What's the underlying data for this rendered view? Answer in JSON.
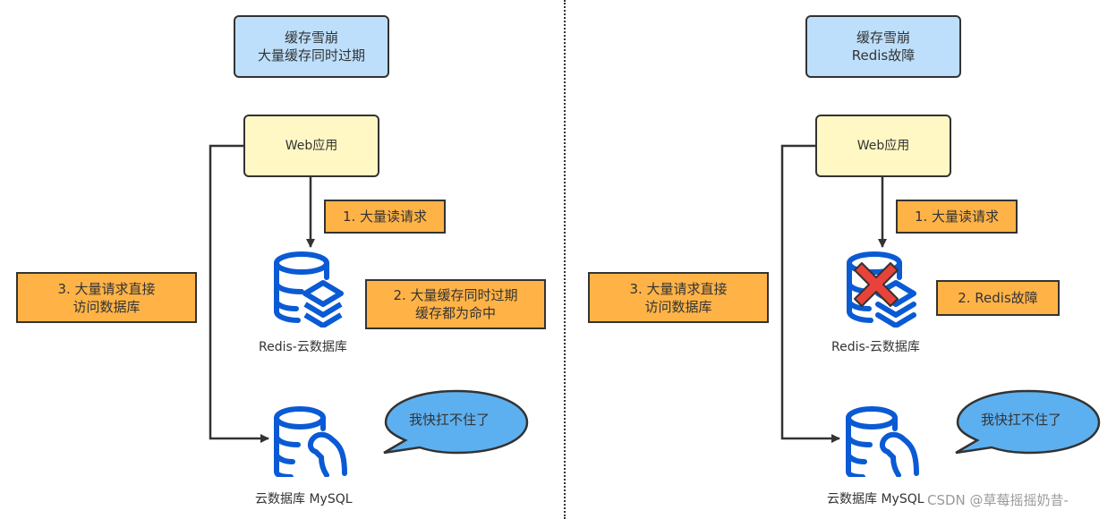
{
  "left_panel": {
    "title_line1": "缓存雪崩",
    "title_line2": "大量缓存同时过期",
    "web_app": "Web应用",
    "step1": "1. 大量读请求",
    "step2_line1": "2. 大量缓存同时过期",
    "step2_line2": "缓存都为命中",
    "step3_line1": "3. 大量请求直接",
    "step3_line2": "访问数据库",
    "redis_caption": "Redis-云数据库",
    "mysql_caption": "云数据库 MySQL",
    "bubble_text": "我快扛不住了"
  },
  "right_panel": {
    "title_line1": "缓存雪崩",
    "title_line2": "Redis故障",
    "web_app": "Web应用",
    "step1": "1. 大量读请求",
    "step2": "2. Redis故障",
    "step3_line1": "3. 大量请求直接",
    "step3_line2": "访问数据库",
    "redis_caption": "Redis-云数据库",
    "mysql_caption": "云数据库 MySQL",
    "bubble_text": "我快扛不住了"
  },
  "watermark": "CSDN @草莓摇摇奶昔-",
  "colors": {
    "title_fill": "#bddffb",
    "web_fill": "#fff8c5",
    "label_fill": "#ffb347",
    "icon_blue": "#0a5ad4",
    "bubble_fill": "#5db0f0",
    "error_red": "#e8423a"
  }
}
